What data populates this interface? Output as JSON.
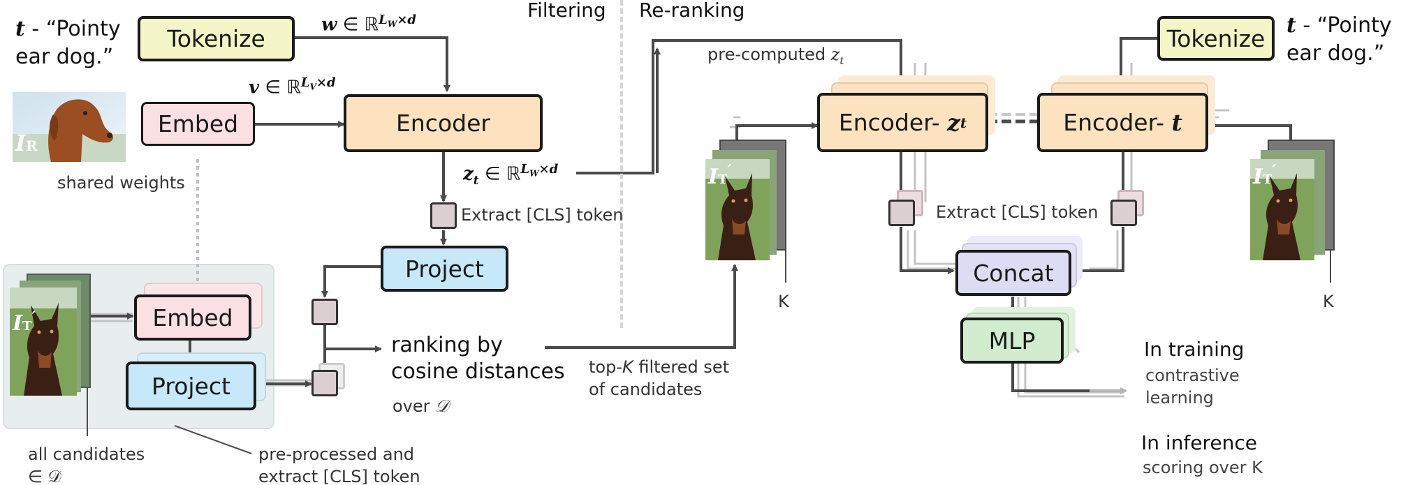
{
  "left_query": {
    "var": "t",
    "text": "- “Pointy",
    "text2": "ear dog.”"
  },
  "right_query": {
    "var": "t",
    "text": "- “Pointy",
    "text2": "ear dog.”"
  },
  "sections": {
    "filtering": "Filtering",
    "reranking": "Re-ranking"
  },
  "boxes": {
    "tokenize_left": "Tokenize",
    "tokenize_right": "Tokenize",
    "embed_top": "Embed",
    "encoder": "Encoder",
    "project_mid": "Project",
    "embed_candidates": "Embed",
    "project_candidates": "Project",
    "encoder_zt": "Encoder-",
    "encoder_zt_sym": "z",
    "encoder_zt_sub": "t",
    "encoder_t": "Encoder-",
    "encoder_t_sym": "t",
    "concat": "Concat",
    "mlp": "MLP"
  },
  "math": {
    "w_var": "w",
    "w_set": "∈ ℝ",
    "w_exp": "L",
    "w_exp_sub": "W",
    "w_exp_tail": "×d",
    "v_var": "v",
    "v_set": "∈ ℝ",
    "v_exp": "L",
    "v_exp_sub": "V",
    "v_exp_tail": "×d",
    "z_var": "z",
    "z_sub": "t",
    "z_set": "∈ ℝ",
    "z_exp": "L",
    "z_exp_sub": "W",
    "z_exp_tail": "×d"
  },
  "labels": {
    "shared_weights": "shared weights",
    "extract_cls_left": "Extract [CLS] token",
    "extract_cls_right": "Extract [CLS] token",
    "precomputed": "pre-computed",
    "precomputed_var": "z",
    "precomputed_sub": "t",
    "ranking_line1": "ranking by",
    "ranking_line2": "cosine distances",
    "over": "over",
    "over_set": "𝒟",
    "topk_pre": "top-",
    "topk_k": "K",
    "topk_post": " filtered set",
    "topk_line2": "of candidates",
    "all_candidates_line1": "all candidates",
    "all_candidates_line2": "∈ 𝒟",
    "preprocessed_line1": "pre-processed and",
    "preprocessed_line2": "extract [CLS] token",
    "k_left": "K",
    "k_right": "K",
    "in_training": "In training",
    "contrastive_line1": "contrastive",
    "contrastive_line2": "learning",
    "in_inference": "In inference",
    "scoring": "scoring over K"
  },
  "image_labels": {
    "reference": "I",
    "reference_sub": "R",
    "target": "I",
    "target_sub": "T",
    "target_prime": "′"
  },
  "colors": {
    "tokenize": "#f4f6c8",
    "embed": "#fae0e3",
    "encoder": "#fde2bf",
    "project": "#c6e8f8",
    "concat": "#dcdcf2",
    "mlp": "#d2eccf",
    "token_square": "#dccfd2",
    "panel": "#e8eeee",
    "wire": "#4a4a4a"
  }
}
